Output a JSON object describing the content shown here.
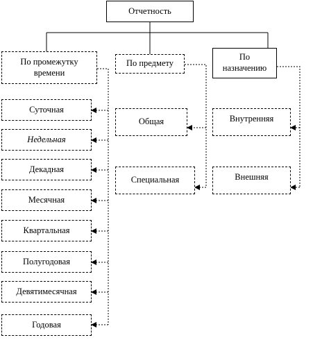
{
  "root": {
    "label": "Отчетность"
  },
  "categories": [
    {
      "label": "По промежутку\nвремени"
    },
    {
      "label": "По предмету"
    },
    {
      "label": "По\nназначению"
    }
  ],
  "time_items": [
    "Суточная",
    "Недельная",
    "Декадная",
    "Месячная",
    "Квартальная",
    "Полугодовая",
    "Девятимесячная",
    "Годовая"
  ],
  "subject_items": [
    "Общая",
    "Специальная"
  ],
  "purpose_items": [
    "Внутренняя",
    "Внешняя"
  ]
}
